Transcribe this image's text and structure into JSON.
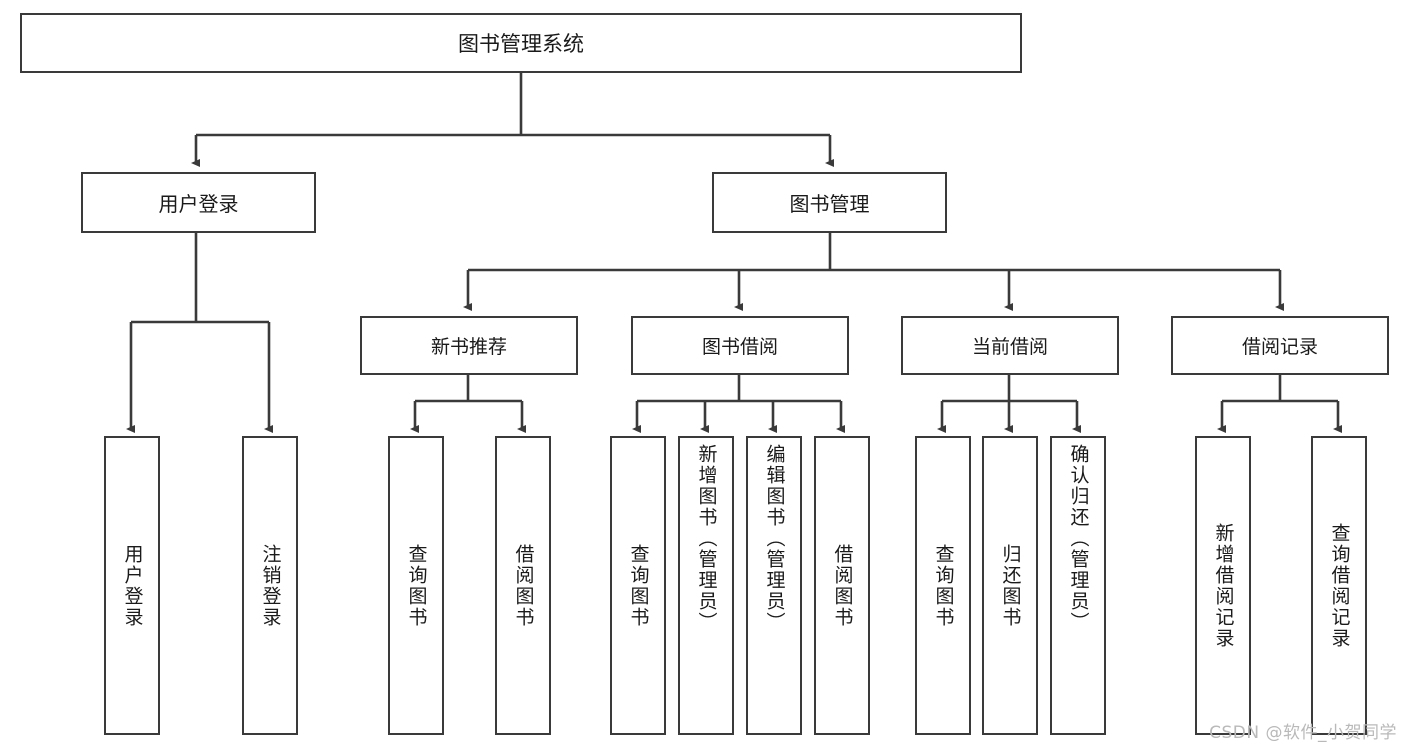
{
  "diagram": {
    "type": "hierarchy-tree",
    "title": "图书管理系统",
    "watermark": "CSDN @软件_小贺同学",
    "colors": {
      "box_border": "#3a3a3a",
      "box_fill": "#ffffff",
      "connector": "#3a3a3a",
      "text": "#1a1a1a",
      "watermark": "#b9b9b9",
      "background": "#ffffff"
    },
    "root": {
      "label": "图书管理系统"
    },
    "level2": [
      {
        "id": "user-login",
        "label": "用户登录"
      },
      {
        "id": "book-management",
        "label": "图书管理"
      }
    ],
    "level3": [
      {
        "id": "new-book-recommend",
        "label": "新书推荐"
      },
      {
        "id": "book-borrow",
        "label": "图书借阅"
      },
      {
        "id": "current-borrow",
        "label": "当前借阅"
      },
      {
        "id": "borrow-record",
        "label": "借阅记录"
      }
    ],
    "leaves": {
      "user-login": [
        {
          "id": "leaf-user-login",
          "label": "用户登录"
        },
        {
          "id": "leaf-logout",
          "label": "注销登录"
        }
      ],
      "new-book-recommend": [
        {
          "id": "leaf-query-book-1",
          "label": "查询图书"
        },
        {
          "id": "leaf-borrow-book-1",
          "label": "借阅图书"
        }
      ],
      "book-borrow": [
        {
          "id": "leaf-query-book-2",
          "label": "查询图书"
        },
        {
          "id": "leaf-add-book",
          "label": "新增图书（管理员）"
        },
        {
          "id": "leaf-edit-book",
          "label": "编辑图书（管理员）"
        },
        {
          "id": "leaf-borrow-book-2",
          "label": "借阅图书"
        }
      ],
      "current-borrow": [
        {
          "id": "leaf-query-book-3",
          "label": "查询图书"
        },
        {
          "id": "leaf-return-book",
          "label": "归还图书"
        },
        {
          "id": "leaf-confirm-return",
          "label": "确认归还（管理员）"
        }
      ],
      "borrow-record": [
        {
          "id": "leaf-add-record",
          "label": "新增借阅记录"
        },
        {
          "id": "leaf-query-record",
          "label": "查询借阅记录"
        }
      ]
    },
    "edges": [
      {
        "from": "图书管理系统",
        "to": "用户登录"
      },
      {
        "from": "图书管理系统",
        "to": "图书管理"
      },
      {
        "from": "用户登录",
        "to": "用户登录"
      },
      {
        "from": "用户登录",
        "to": "注销登录"
      },
      {
        "from": "图书管理",
        "to": "新书推荐"
      },
      {
        "from": "图书管理",
        "to": "图书借阅"
      },
      {
        "from": "图书管理",
        "to": "当前借阅"
      },
      {
        "from": "图书管理",
        "to": "借阅记录"
      },
      {
        "from": "新书推荐",
        "to": "查询图书"
      },
      {
        "from": "新书推荐",
        "to": "借阅图书"
      },
      {
        "from": "图书借阅",
        "to": "查询图书"
      },
      {
        "from": "图书借阅",
        "to": "新增图书（管理员）"
      },
      {
        "from": "图书借阅",
        "to": "编辑图书（管理员）"
      },
      {
        "from": "图书借阅",
        "to": "借阅图书"
      },
      {
        "from": "当前借阅",
        "to": "查询图书"
      },
      {
        "from": "当前借阅",
        "to": "归还图书"
      },
      {
        "from": "当前借阅",
        "to": "确认归还（管理员）"
      },
      {
        "from": "借阅记录",
        "to": "新增借阅记录"
      },
      {
        "from": "借阅记录",
        "to": "查询借阅记录"
      }
    ]
  }
}
